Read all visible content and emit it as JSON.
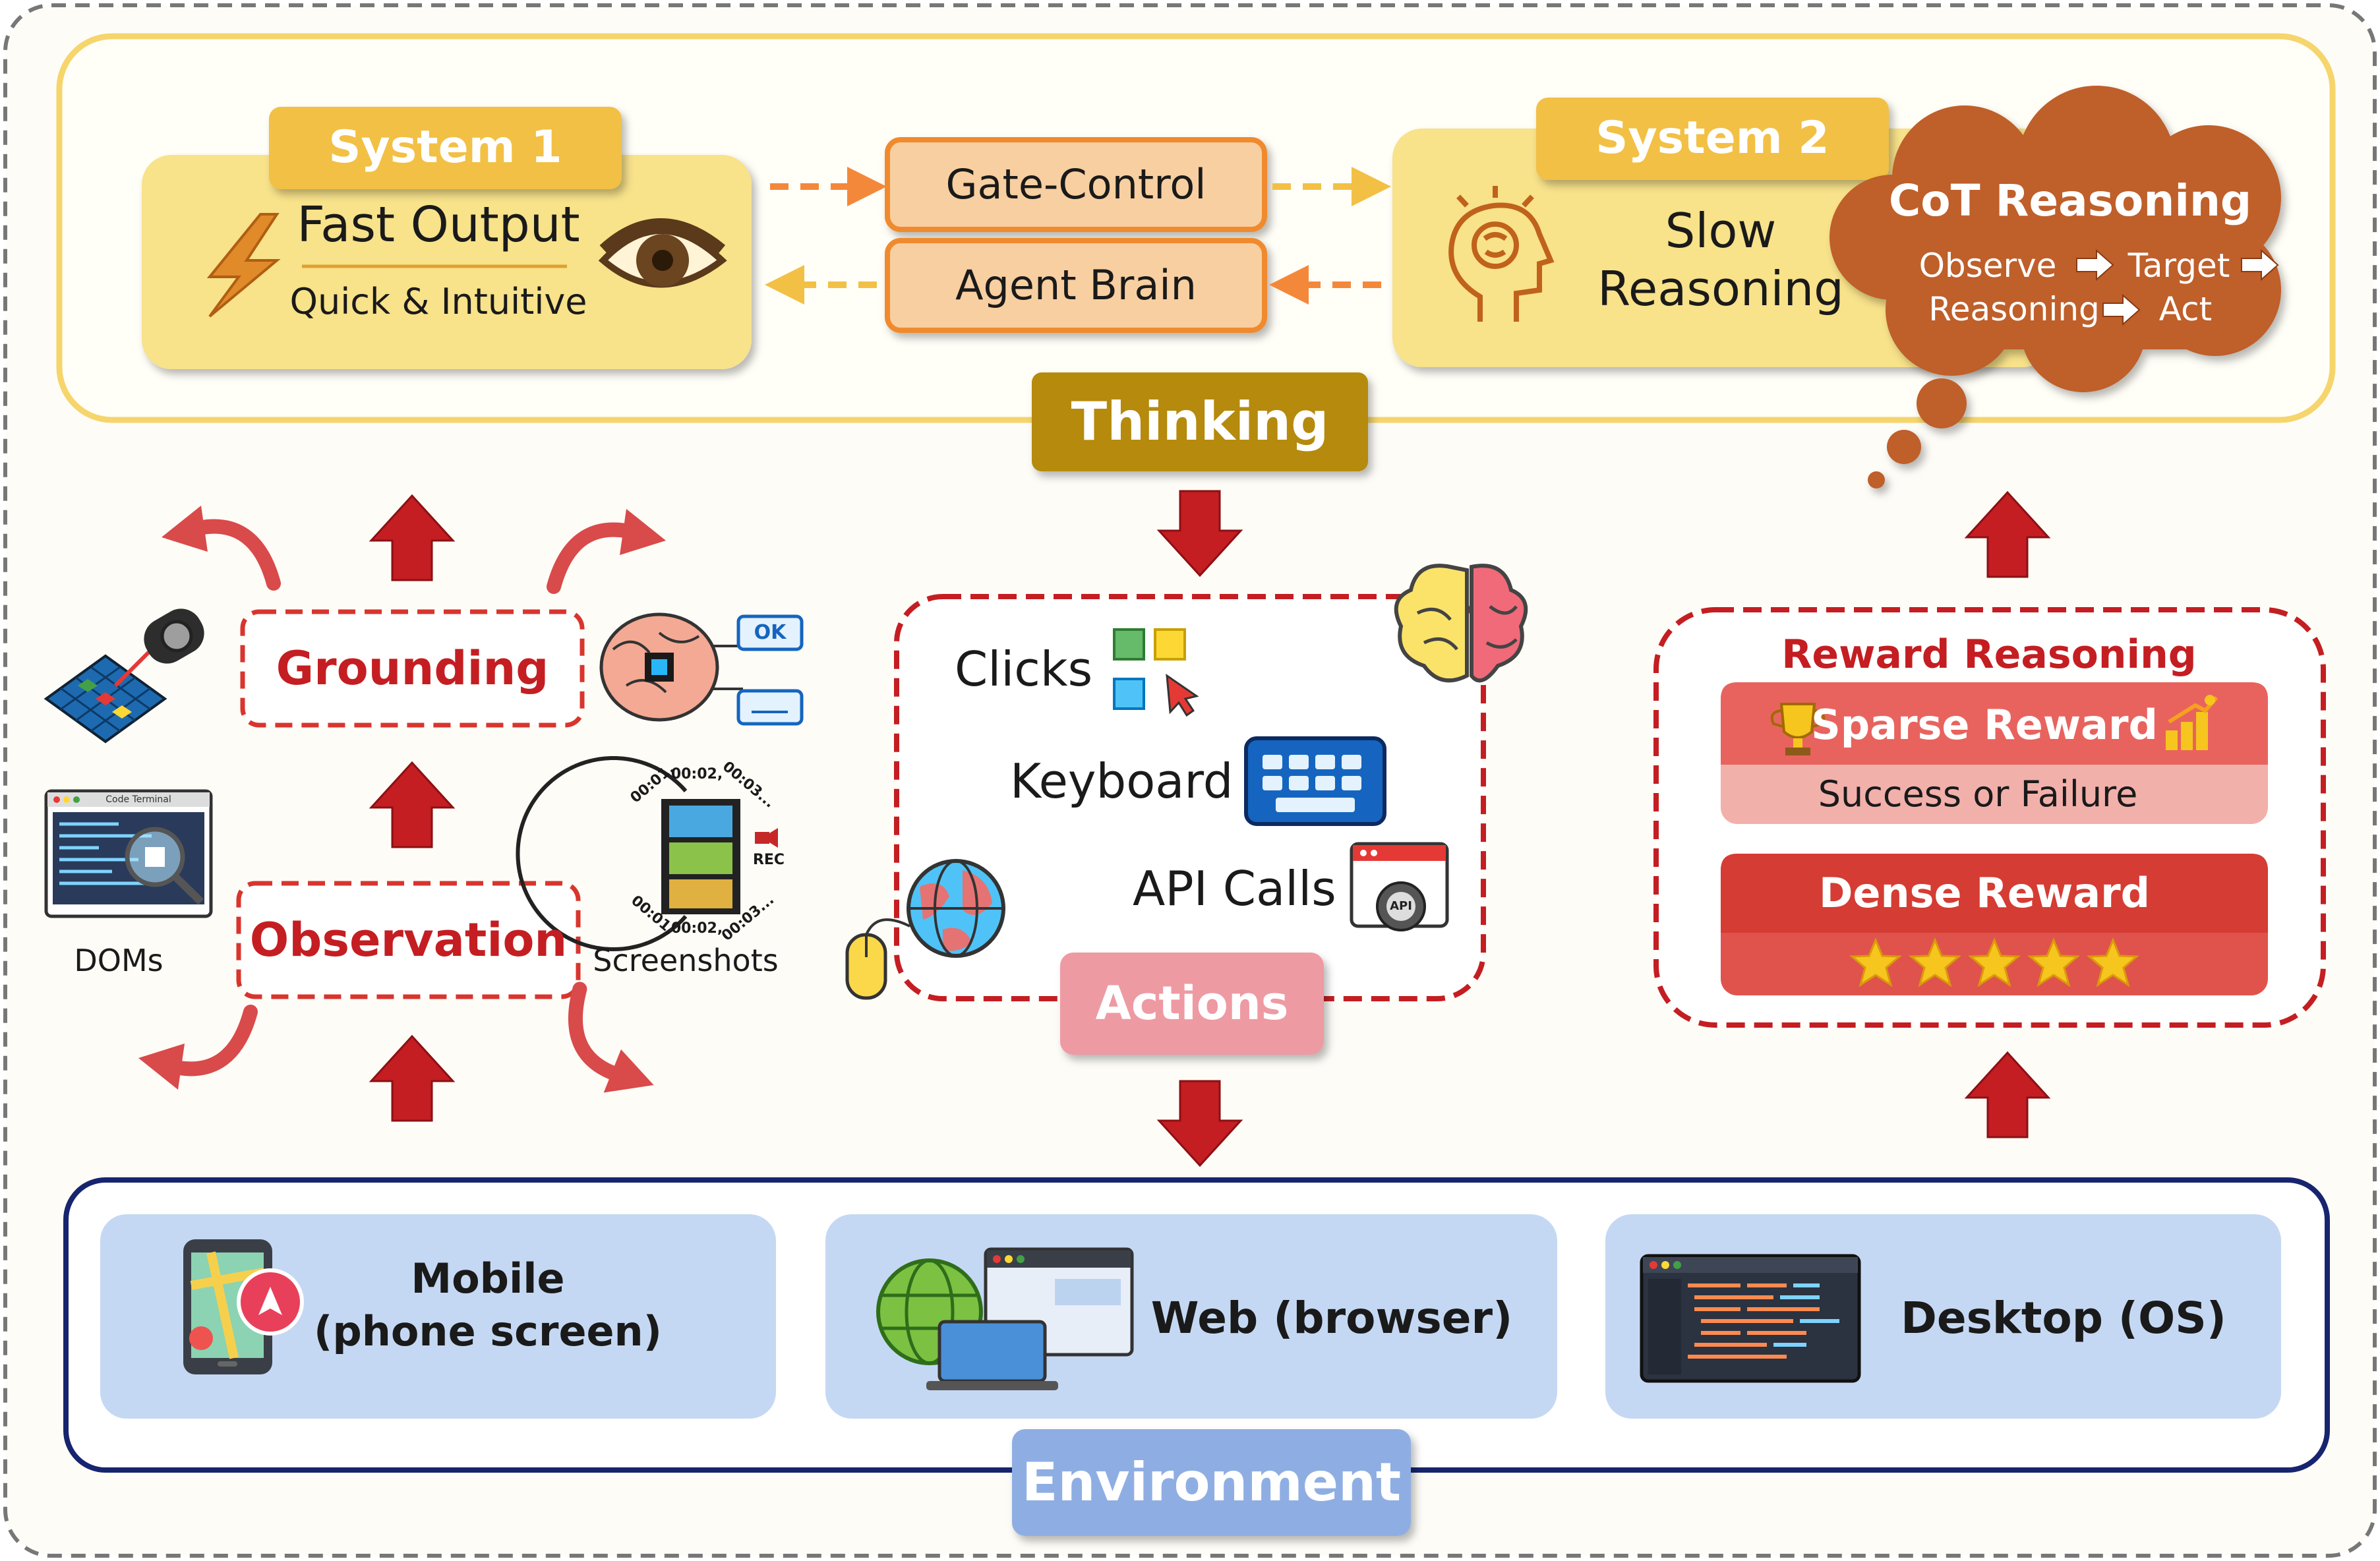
{
  "system1": {
    "title": "System 1",
    "heading": "Fast Output",
    "subheading": "Quick & Intuitive"
  },
  "gate": {
    "gate_control": "Gate-Control",
    "agent_brain": "Agent Brain"
  },
  "system2": {
    "title": "System 2",
    "heading_line1": "Slow",
    "heading_line2": "Reasoning"
  },
  "cot": {
    "title": "CoT Reasoning",
    "step1": "Observe",
    "step2": "Target",
    "step3": "Reasoning",
    "step4": "Act"
  },
  "thinking": "Thinking",
  "perception": {
    "grounding": "Grounding",
    "observation": "Observation",
    "doms": "DOMs",
    "screenshots": "Screenshots",
    "ok_button": "OK",
    "rec": "REC",
    "code_terminal": "Code Terminal",
    "timecodes": [
      "00:01,",
      "00:02,",
      "00:03..."
    ]
  },
  "actions": {
    "label": "Actions",
    "clicks": "Clicks",
    "keyboard": "Keyboard",
    "api_calls": "API Calls",
    "api_badge": "API"
  },
  "reward": {
    "title": "Reward Reasoning",
    "sparse": "Sparse Reward",
    "sparse_desc": "Success or Failure",
    "dense": "Dense Reward",
    "stars": 5
  },
  "environment": {
    "label": "Environment",
    "mobile_line1": "Mobile",
    "mobile_line2": "(phone screen)",
    "web": "Web (browser)",
    "desktop": "Desktop (OS)"
  },
  "colors": {
    "gold": "#f2c045",
    "pale_yellow": "#f8e28a",
    "orange": "#f4883a",
    "cloud": "#bf5f2a",
    "thinking": "#b58a08",
    "red": "#c41e22",
    "navy": "#17246e",
    "env_box": "#c5d8f3",
    "env_tab": "#8eaee3",
    "actions_tab": "#ee9aa3"
  }
}
